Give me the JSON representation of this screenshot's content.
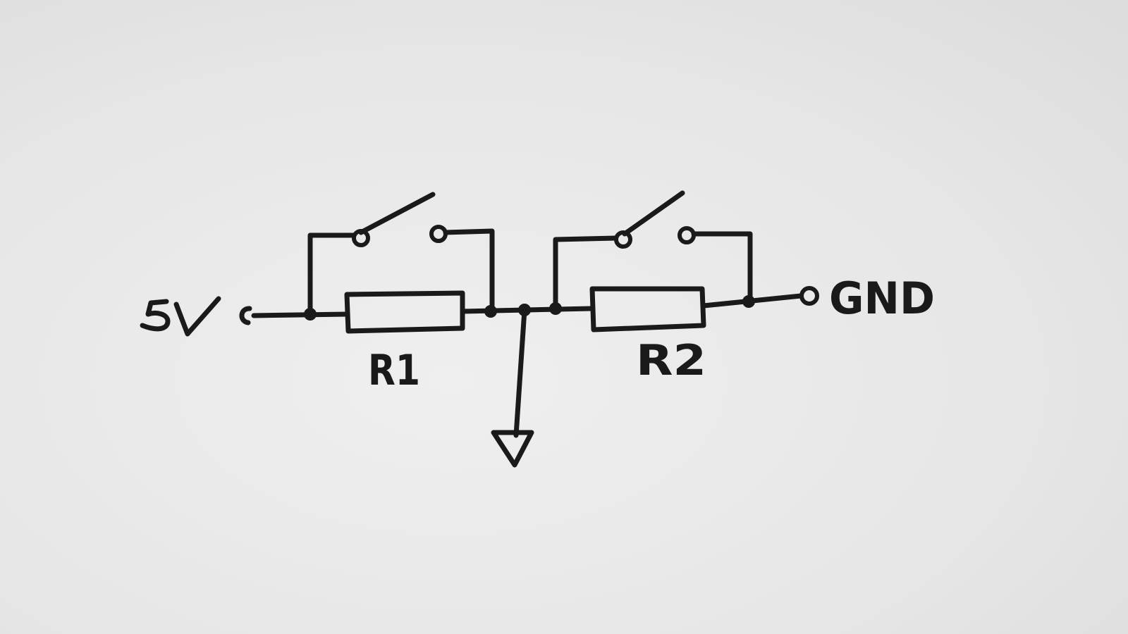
{
  "labels": {
    "supply": "5V",
    "ground": "GND",
    "resistor_1": "R1",
    "resistor_2": "R2"
  },
  "colors": {
    "paper": "#e9e9e9",
    "ink": "#1a1a1a"
  }
}
